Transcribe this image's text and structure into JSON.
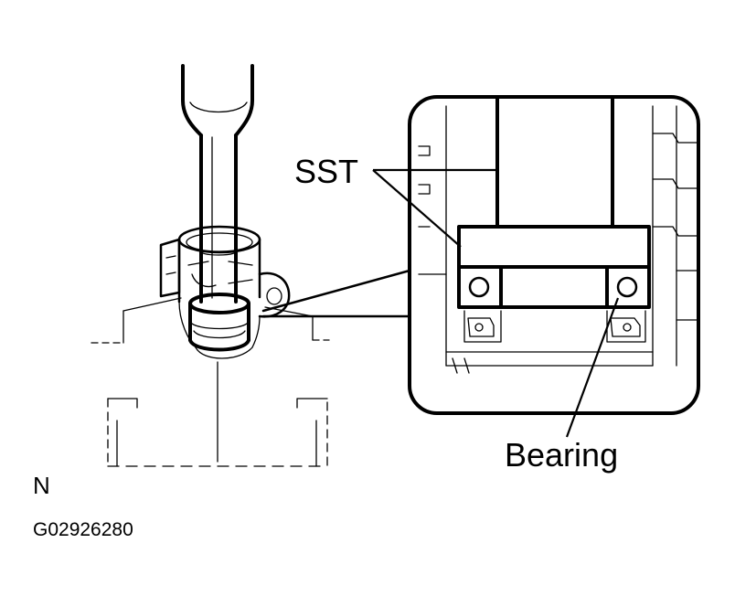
{
  "labels": {
    "sst": "SST",
    "bearing": "Bearing",
    "direction": "N",
    "figure_code": "G02926280"
  }
}
